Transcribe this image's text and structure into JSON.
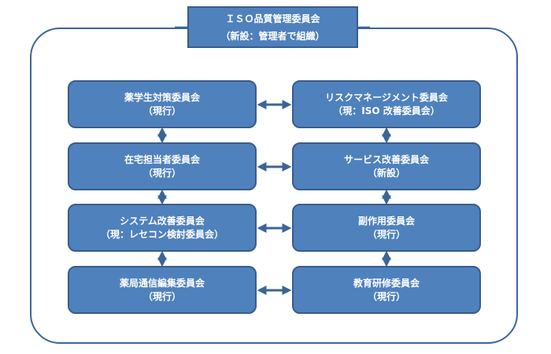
{
  "title": {
    "line1": "ＩＳＯ品質管理委員会",
    "line2": "（新設：管理者で組織）"
  },
  "committees": {
    "left": [
      {
        "name": "薬学生対策委員会",
        "status": "（現行）"
      },
      {
        "name": "在宅担当者委員会",
        "status": "（現行）"
      },
      {
        "name": "システム改善委員会",
        "status": "（現：レセコン検討委員会）"
      },
      {
        "name": "薬局通信編集委員会",
        "status": "（現行）"
      }
    ],
    "right": [
      {
        "name": "リスクマネージメント委員会",
        "status": "（現：ISO 改善委員会）"
      },
      {
        "name": "サービス改善委員会",
        "status": "（新設）"
      },
      {
        "name": "副作用委員会",
        "status": "（現行）"
      },
      {
        "name": "教育研修委員会",
        "status": "（現行）"
      }
    ]
  },
  "colors": {
    "box_fill": "#4f81bd",
    "box_border": "#385d8a",
    "frame": "#3b6596",
    "arrow": "#3b6596",
    "text": "#ffffff"
  }
}
